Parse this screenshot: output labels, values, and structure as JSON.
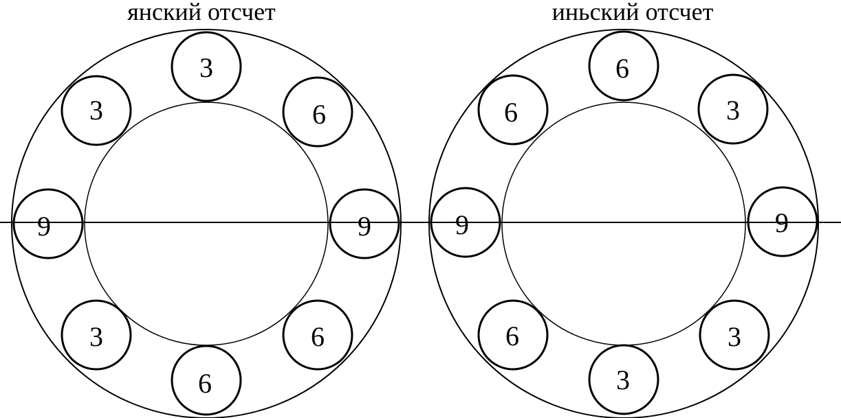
{
  "colors": {
    "stroke": "#000000",
    "background": "#ffffff"
  },
  "diagrams": [
    {
      "title": "янский отсчет",
      "nodes": {
        "top": "3",
        "top_left": "3",
        "top_right": "6",
        "left": "9",
        "right": "9",
        "bottom_left": "3",
        "bottom_right": "6",
        "bottom": "6"
      }
    },
    {
      "title": "иньский отсчет",
      "nodes": {
        "top": "6",
        "top_left": "6",
        "top_right": "3",
        "left": "9",
        "right": "9",
        "bottom_left": "6",
        "bottom_right": "3",
        "bottom": "3"
      }
    }
  ]
}
